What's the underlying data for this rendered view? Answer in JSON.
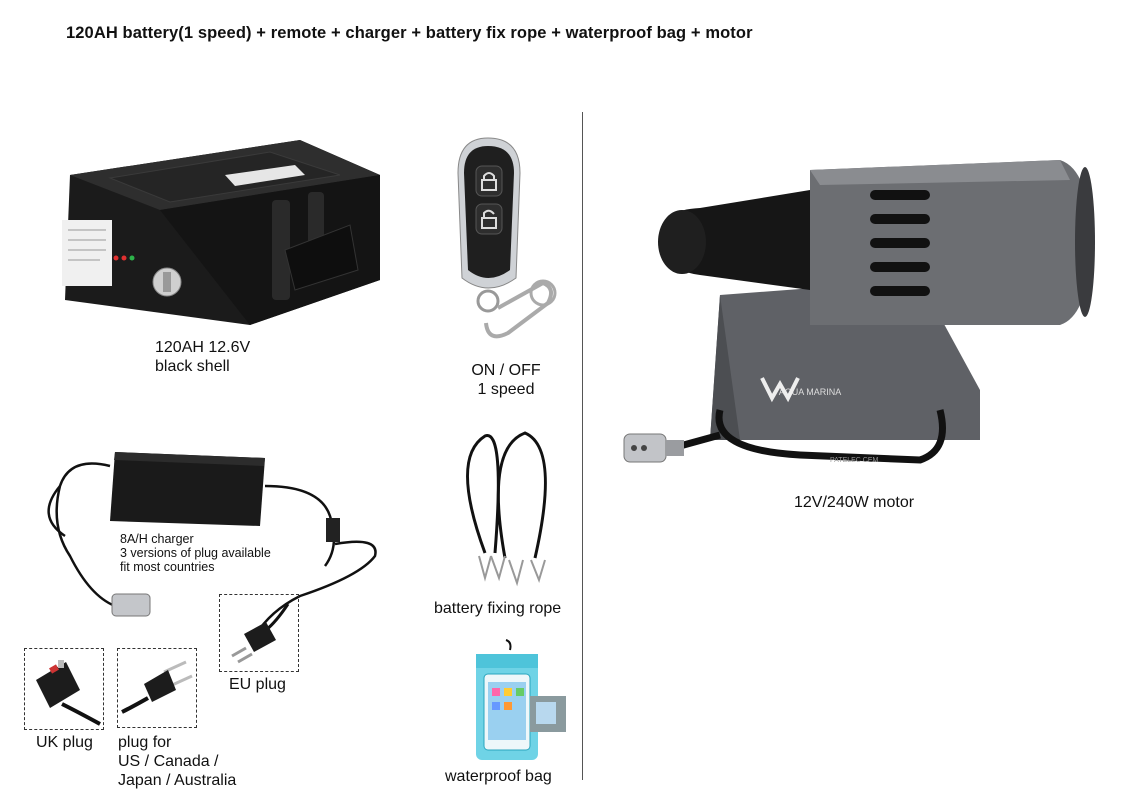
{
  "header": {
    "title": "120AH battery(1 speed) + remote + charger + battery fix rope + waterproof bag + motor"
  },
  "battery": {
    "line1": "120AH 12.6V",
    "line2": "black shell"
  },
  "remote": {
    "line1": "ON / OFF",
    "line2": "1 speed"
  },
  "motor": {
    "caption": "12V/240W motor",
    "logo_text": "AQUA MARINA",
    "cable_text": "PATELEC CEM"
  },
  "charger": {
    "line1": "8A/H charger",
    "line2": "3 versions of plug available",
    "line3": "fit most countries"
  },
  "rope": {
    "caption": "battery fixing rope"
  },
  "bag": {
    "caption": "waterproof bag"
  },
  "plugs": {
    "eu": "EU plug",
    "uk": "UK plug",
    "us_line1": "plug for",
    "us_line2": "US / Canada /",
    "us_line3": "Japan / Australia"
  },
  "colors": {
    "text": "#111111",
    "battery": "#1b1b1b",
    "motor": "#6c6e72",
    "bag": "#6fd3e6"
  }
}
